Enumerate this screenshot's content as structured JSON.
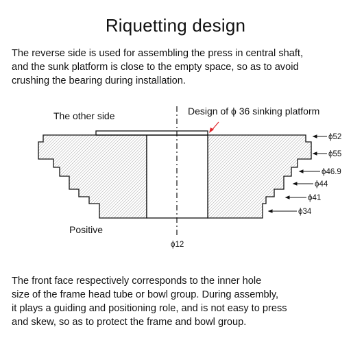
{
  "title": "Riquetting design",
  "intro": [
    "The reverse side is used for assembling the press in central shaft,",
    "and the sunk platform is close to the empty space, so as to avoid",
    "crushing the bearing during installation."
  ],
  "diagram": {
    "other_side_label": "The other side",
    "positive_label": "Positive",
    "sinking_label": "Design of ϕ 36 sinking platform",
    "bore_label": "ϕ12",
    "dimensions": [
      "ϕ52",
      "ϕ55",
      "ϕ46.9",
      "ϕ44",
      "ϕ41",
      "ϕ34"
    ]
  },
  "outro": [
    "The front face respectively corresponds to the inner hole",
    "size of the frame head tube or bowl group. During assembly,",
    "it plays a guiding and positioning role, and is not easy to press",
    "and skew, so as to protect the frame and bowl group."
  ],
  "colors": {
    "outline": "#111111",
    "hatch": "#9a9a9a",
    "arrow": "#e0242a"
  }
}
